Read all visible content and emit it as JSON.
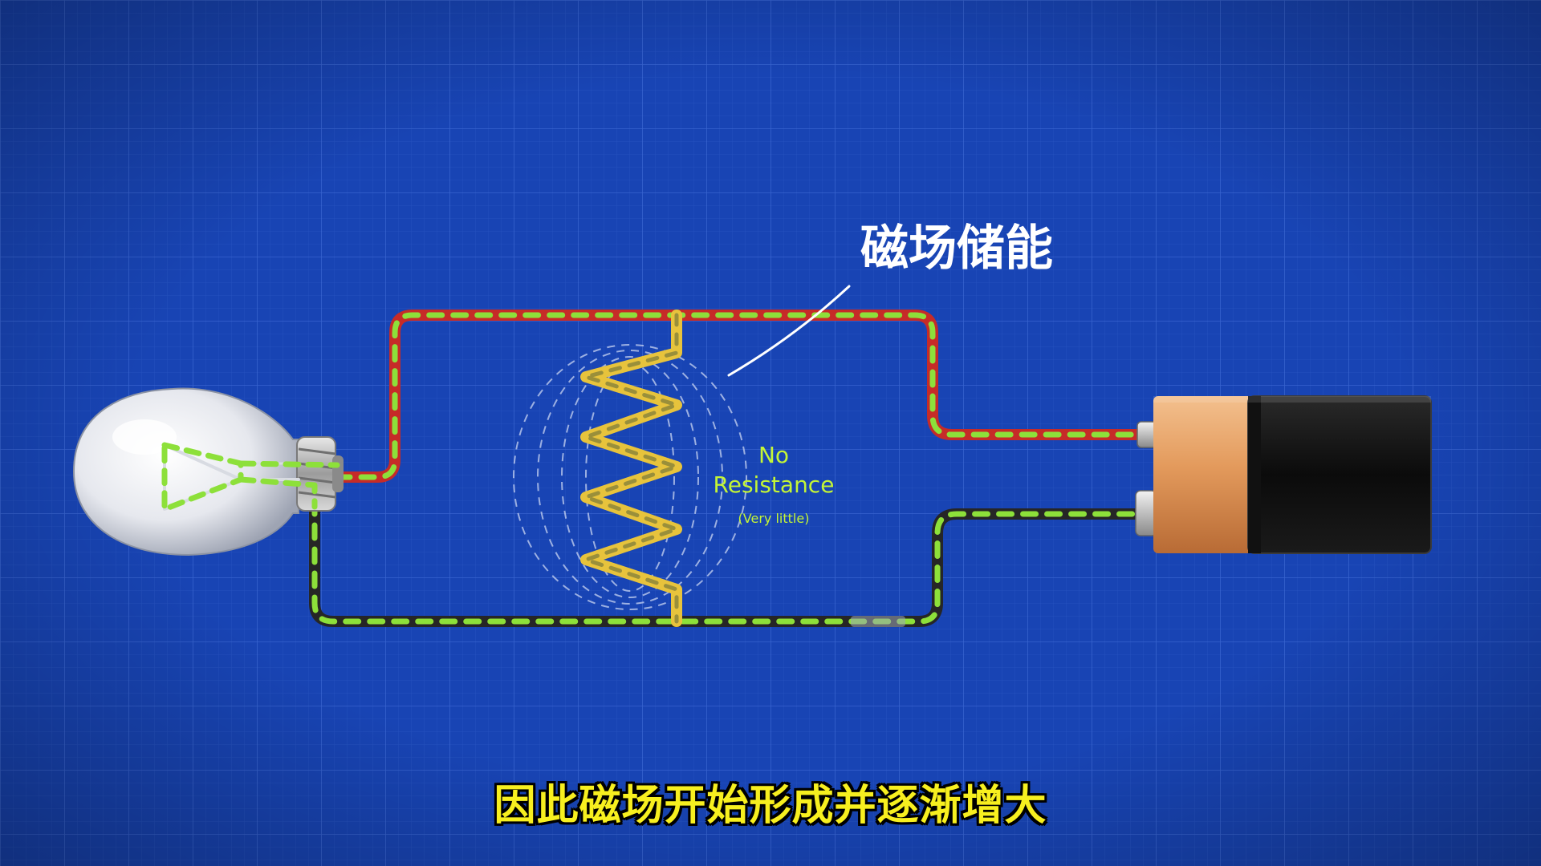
{
  "annotation": {
    "label": "磁场储能"
  },
  "resistance_note": {
    "line1": "No",
    "line2": "Resistance",
    "sub": "(Very little)"
  },
  "caption": {
    "text": "因此磁场开始形成并逐渐增大"
  },
  "colors": {
    "background": "#1844b4",
    "grid_line": "#3d67d2",
    "wire_positive": "#c62b28",
    "wire_negative": "#262626",
    "current_dash": "#8de03a",
    "coil": "#e7c33c",
    "note_text": "#c4f536",
    "caption_text": "#f7ef1f",
    "battery_copper": "#e39a5c",
    "battery_black": "#0b0b0b"
  },
  "icons": {
    "lamp": "light-bulb-icon",
    "battery": "battery-icon",
    "coil": "inductor-coil-icon"
  }
}
